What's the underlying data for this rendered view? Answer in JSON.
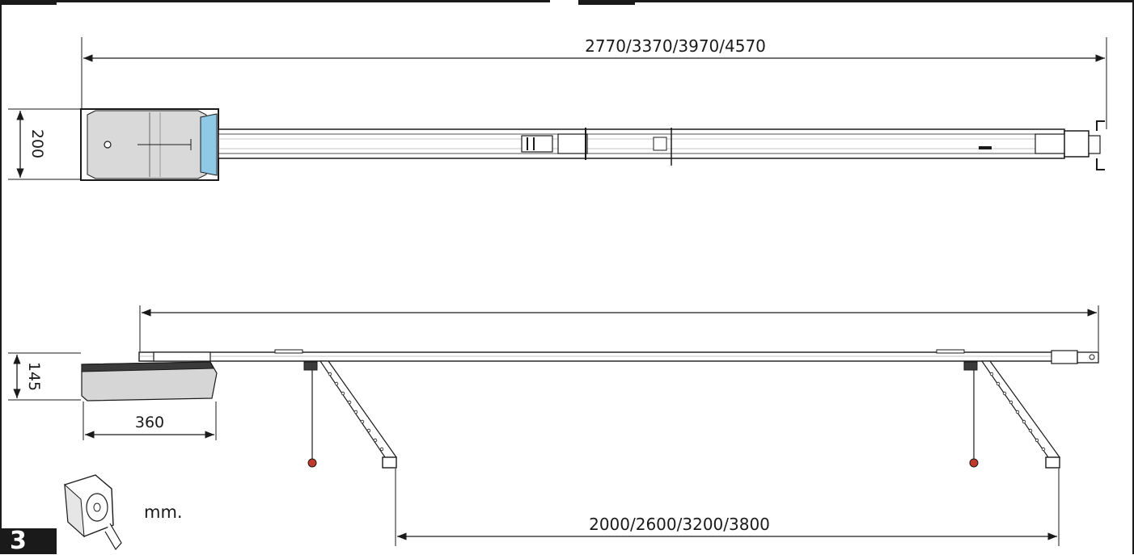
{
  "dimensions": {
    "top_overall_length": "2770/3370/3970/4570",
    "top_head_width": "200",
    "side_head_height": "145",
    "side_head_length": "360",
    "bracket_spacing": "2000/2600/3200/3800"
  },
  "units": {
    "label": "mm."
  },
  "figure": {
    "number": "3"
  },
  "icons": {
    "units_icon": "tape-measure-icon"
  },
  "colors": {
    "line": "#1a1a1a",
    "cover_accent": "#8ecae6",
    "head_fill": "#d9d9d9",
    "motor_dark": "#3a3a3a",
    "release_knob": "#c0392b"
  }
}
